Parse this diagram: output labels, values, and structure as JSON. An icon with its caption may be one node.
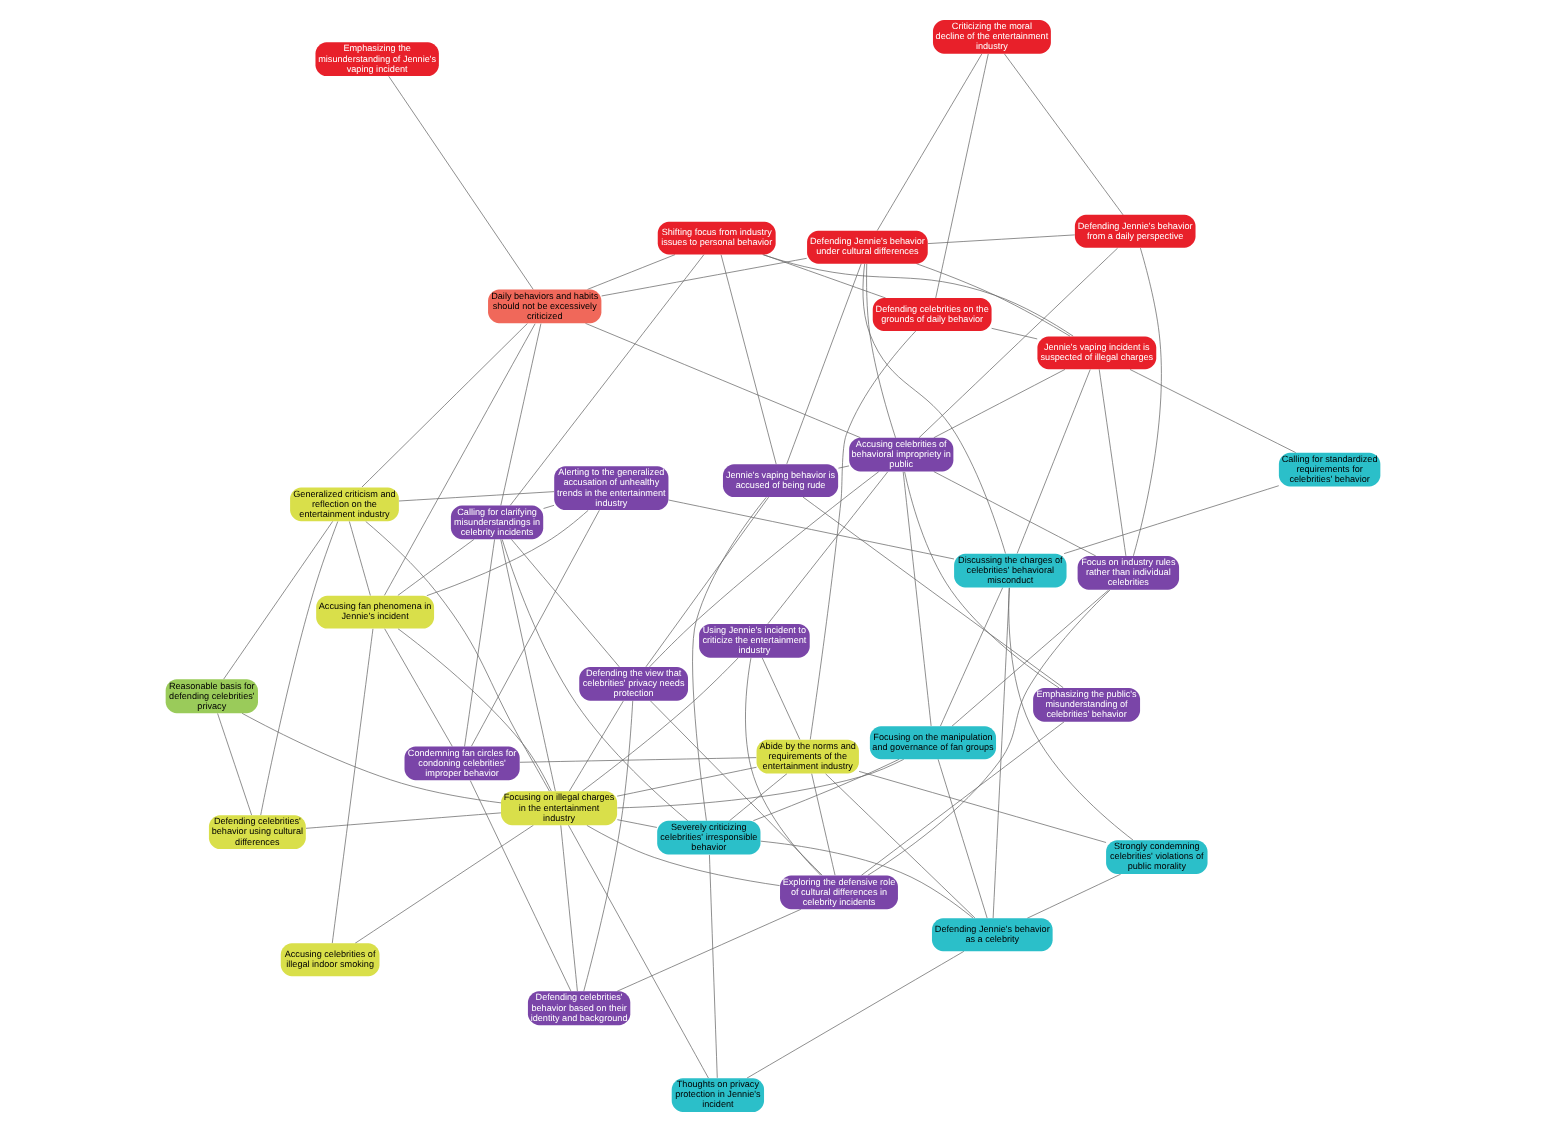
{
  "diagram": {
    "nodes": [
      {
        "text": [
          "Thoughts on privacy protection in Jennie's incident"
        ]
      },
      {
        "text": [
          "Strongly condemning celebrities' violations of public morality"
        ]
      },
      {
        "text": [
          "Defending Jennie's behavior as a celebrity"
        ]
      },
      {
        "text": [
          "Defending celebrities on the grounds of daily behavior"
        ]
      },
      {
        "text": [
          "Abide by the norms and requirements of the entertainment industry"
        ]
      },
      {
        "text": [
          "Criticizing the moral decline of the entertainment industry"
        ]
      },
      {
        "text": [
          "Defending celebrities' behavior based on their identity and background"
        ]
      },
      {
        "text": [
          "Using Jennie's incident to criticize the entertainment industry"
        ]
      },
      {
        "text": [
          "Focusing on the manipulation and governance of fan groups"
        ]
      },
      {
        "text": [
          "Severely criticizing celebrities' irresponsible behavior"
        ]
      },
      {
        "text": [
          "Discussing the charges of celebrities' behavioral misconduct"
        ]
      },
      {
        "text": [
          "Accusing celebrities of illegal indoor smoking"
        ]
      },
      {
        "text": [
          "Focusing on illegal charges in the entertainment industry"
        ]
      },
      {
        "text": [
          "Calling for standardized requirements for celebrities' behavior"
        ]
      },
      {
        "text": [
          "Jennie's vaping incident is suspected of illegal charges"
        ]
      },
      {
        "text": [
          "Shifting focus from industry issues to personal behavior"
        ]
      },
      {
        "text": [
          "Exploring the defensive role of cultural differences in celebrity incidents"
        ]
      },
      {
        "text": [
          "Defending the view that celebrities' privacy needs protection"
        ]
      },
      {
        "text": [
          "Condemning fan circles for condoning celebrities' improper behavior"
        ]
      },
      {
        "text": [
          "Jennie's vaping behavior is accused of being rude"
        ]
      },
      {
        "text": [
          "Defending celebrities' behavior using cultural differences"
        ]
      },
      {
        "text": [
          "Defending Jennie's behavior under cultural differences"
        ]
      },
      {
        "text": [
          "Focus on industry rules rather than individual celebrities"
        ]
      },
      {
        "text": [
          "Defending Jennie's behavior from a daily perspective"
        ]
      },
      {
        "text": [
          "Reasonable basis for defending celebrities' privacy"
        ]
      },
      {
        "text": [
          "Calling for clarifying misunderstandings in celebrity incidents"
        ]
      },
      {
        "text": [
          "Accusing celebrities of behavioral impropriety in public"
        ]
      },
      {
        "text": [
          "Alerting to the generalized accusation of unhealthy trends in the entertainment industry"
        ]
      },
      {
        "text": [
          "Emphasizing the public's misunderstanding of celebrities' behavior"
        ]
      },
      {
        "text": [
          "Generalized criticism and reflection on the entertainment industry"
        ]
      },
      {
        "text": [
          "Daily behaviors and habits should not be excessively criticized"
        ]
      },
      {
        "text": [
          "Accusing fan phenomena in Jennie's incident"
        ]
      },
      {
        "text": [
          "Emphasizing the misunderstanding of Jennie's vaping incident"
        ]
      }
    ],
    "edges": [
      {
        "from": 0,
        "to": 2,
        "arrow": "none"
      },
      {
        "from": 0,
        "to": 12,
        "arrow": "none"
      },
      {
        "from": 0,
        "to": 9,
        "arrow": "none"
      },
      {
        "from": 1,
        "to": 2,
        "arrow": "none"
      },
      {
        "from": 1,
        "to": 4,
        "arrow": "none"
      },
      {
        "from": 1,
        "to": 10,
        "arrow": "none"
      },
      {
        "from": 2,
        "to": 4,
        "arrow": "none"
      },
      {
        "from": 2,
        "to": 9,
        "arrow": "none"
      },
      {
        "from": 2,
        "to": 8,
        "arrow": "none"
      },
      {
        "from": 2,
        "to": 10,
        "arrow": "none"
      },
      {
        "from": 3,
        "to": 4,
        "arrow": "none"
      },
      {
        "from": 3,
        "to": 5,
        "arrow": "none"
      },
      {
        "from": 3,
        "to": 14,
        "arrow": "none"
      },
      {
        "from": 3,
        "to": 15,
        "arrow": "none"
      },
      {
        "from": 4,
        "to": 12,
        "arrow": "none"
      },
      {
        "from": 4,
        "to": 16,
        "arrow": "none"
      },
      {
        "from": 4,
        "to": 18,
        "arrow": "none"
      },
      {
        "from": 4,
        "to": 7,
        "arrow": "none"
      },
      {
        "from": 4,
        "to": 9,
        "arrow": "none"
      },
      {
        "from": 5,
        "to": 21,
        "arrow": "none"
      },
      {
        "from": 5,
        "to": 23,
        "arrow": "none"
      },
      {
        "from": 6,
        "to": 12,
        "arrow": "none"
      },
      {
        "from": 6,
        "to": 16,
        "arrow": "none"
      },
      {
        "from": 6,
        "to": 17,
        "arrow": "none"
      },
      {
        "from": 6,
        "to": 18,
        "arrow": "none"
      },
      {
        "from": 7,
        "to": 12,
        "arrow": "none"
      },
      {
        "from": 7,
        "to": 16,
        "arrow": "none"
      },
      {
        "from": 7,
        "to": 26,
        "arrow": "none"
      },
      {
        "from": 8,
        "to": 10,
        "arrow": "none"
      },
      {
        "from": 8,
        "to": 9,
        "arrow": "none"
      },
      {
        "from": 8,
        "to": 12,
        "arrow": "none"
      },
      {
        "from": 8,
        "to": 26,
        "arrow": "none"
      },
      {
        "from": 8,
        "to": 22,
        "arrow": "none"
      },
      {
        "from": 9,
        "to": 12,
        "arrow": "none"
      },
      {
        "from": 9,
        "to": 19,
        "arrow": "none"
      },
      {
        "from": 9,
        "to": 25,
        "arrow": "none"
      },
      {
        "from": 10,
        "to": 13,
        "arrow": "none"
      },
      {
        "from": 10,
        "to": 14,
        "arrow": "none"
      },
      {
        "from": 10,
        "to": 21,
        "arrow": "none"
      },
      {
        "from": 10,
        "to": 27,
        "arrow": "none"
      },
      {
        "from": 11,
        "to": 12,
        "arrow": "none"
      },
      {
        "from": 11,
        "to": 31,
        "arrow": "none"
      },
      {
        "from": 12,
        "to": 16,
        "arrow": "none"
      },
      {
        "from": 12,
        "to": 17,
        "arrow": "none"
      },
      {
        "from": 12,
        "to": 20,
        "arrow": "none"
      },
      {
        "from": 12,
        "to": 29,
        "arrow": "none"
      },
      {
        "from": 12,
        "to": 31,
        "arrow": "none"
      },
      {
        "from": 12,
        "to": 25,
        "arrow": "none"
      },
      {
        "from": 12,
        "to": 24,
        "arrow": "none"
      },
      {
        "from": 13,
        "to": 14,
        "arrow": "none"
      },
      {
        "from": 14,
        "to": 15,
        "arrow": "none"
      },
      {
        "from": 14,
        "to": 21,
        "arrow": "none"
      },
      {
        "from": 14,
        "to": 26,
        "arrow": "none"
      },
      {
        "from": 14,
        "to": 22,
        "arrow": "none"
      },
      {
        "from": 15,
        "to": 19,
        "arrow": "none"
      },
      {
        "from": 15,
        "to": 30,
        "arrow": "none"
      },
      {
        "from": 15,
        "to": 25,
        "arrow": "none"
      },
      {
        "from": 16,
        "to": 17,
        "arrow": "none"
      },
      {
        "from": 16,
        "to": 22,
        "arrow": "none"
      },
      {
        "from": 16,
        "to": 28,
        "arrow": "none"
      },
      {
        "from": 17,
        "to": 19,
        "arrow": "none"
      },
      {
        "from": 17,
        "to": 25,
        "arrow": "none"
      },
      {
        "from": 17,
        "to": 26,
        "arrow": "none"
      },
      {
        "from": 18,
        "to": 25,
        "arrow": "none"
      },
      {
        "from": 18,
        "to": 31,
        "arrow": "none"
      },
      {
        "from": 18,
        "to": 27,
        "arrow": "none"
      },
      {
        "from": 19,
        "to": 21,
        "arrow": "none"
      },
      {
        "from": 19,
        "to": 26,
        "arrow": "none"
      },
      {
        "from": 19,
        "to": 28,
        "arrow": "none"
      },
      {
        "from": 20,
        "to": 24,
        "arrow": "none"
      },
      {
        "from": 20,
        "to": 29,
        "arrow": "none"
      },
      {
        "from": 21,
        "to": 23,
        "arrow": "none"
      },
      {
        "from": 21,
        "to": 30,
        "arrow": "none"
      },
      {
        "from": 21,
        "to": 26,
        "arrow": "none"
      },
      {
        "from": 22,
        "to": 26,
        "arrow": "none"
      },
      {
        "from": 22,
        "to": 23,
        "arrow": "none"
      },
      {
        "from": 23,
        "to": 26,
        "arrow": "none"
      },
      {
        "from": 24,
        "to": 29,
        "arrow": "none"
      },
      {
        "from": 25,
        "to": 27,
        "arrow": "none"
      },
      {
        "from": 25,
        "to": 31,
        "arrow": "none"
      },
      {
        "from": 25,
        "to": 30,
        "arrow": "none"
      },
      {
        "from": 26,
        "to": 28,
        "arrow": "none"
      },
      {
        "from": 26,
        "to": 30,
        "arrow": "none"
      },
      {
        "from": 27,
        "to": 29,
        "arrow": "none"
      },
      {
        "from": 27,
        "to": 31,
        "arrow": "none"
      },
      {
        "from": 29,
        "to": 31,
        "arrow": "none"
      },
      {
        "from": 29,
        "to": 30,
        "arrow": "none"
      },
      {
        "from": 30,
        "to": 32,
        "arrow": "none"
      },
      {
        "from": 30,
        "to": 31,
        "arrow": "none"
      }
    ]
  }
}
